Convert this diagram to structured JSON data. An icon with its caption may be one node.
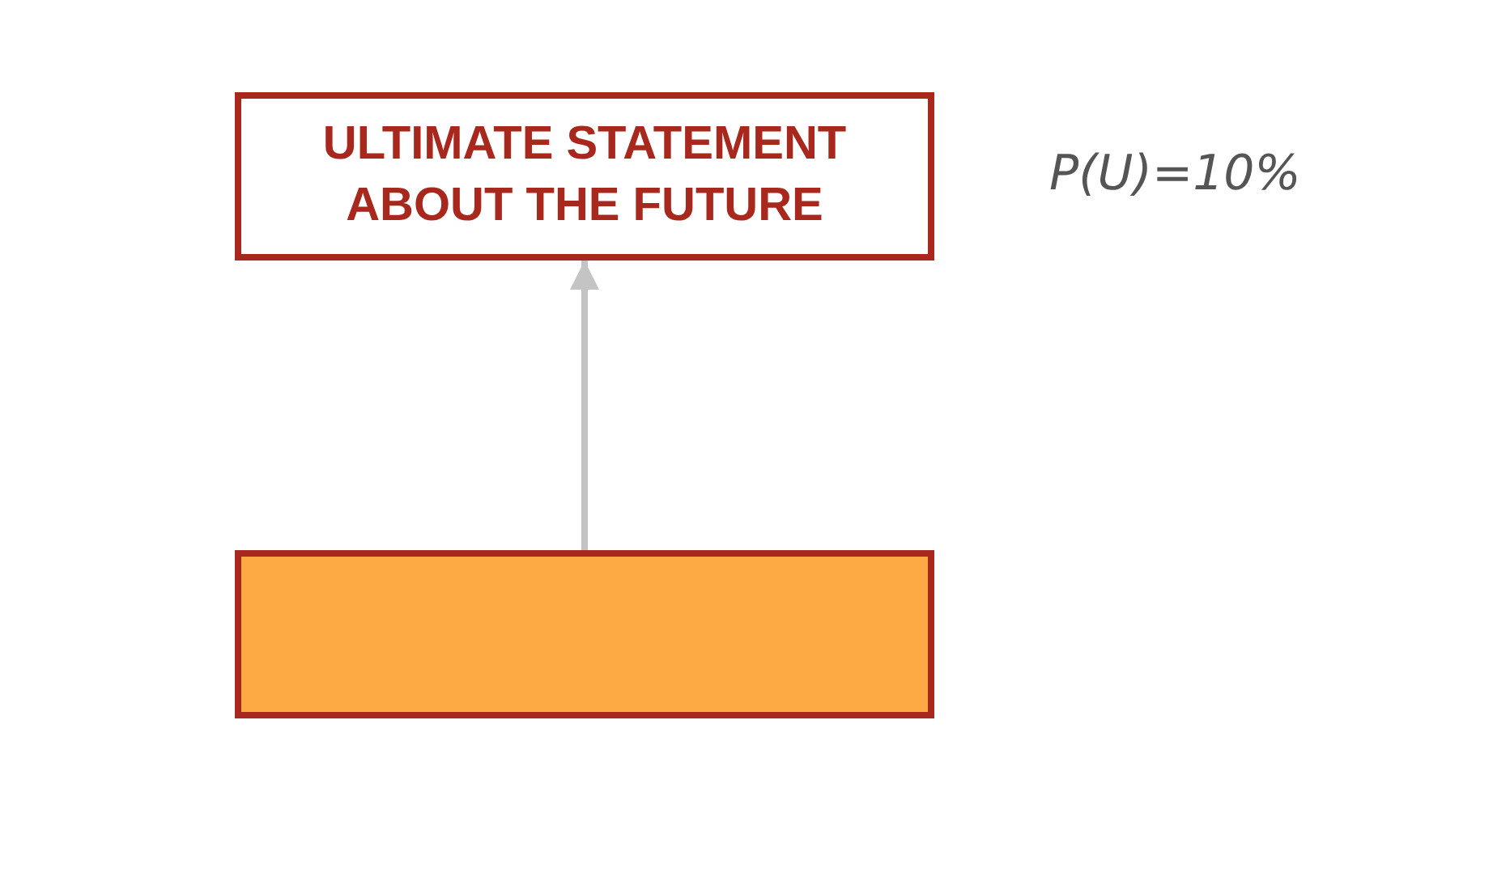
{
  "diagram": {
    "nodes": [
      {
        "text": [
          "ULTIMATE STATEMENT ABOUT THE FUTURE"
        ]
      },
      {
        "text": [],
        "shape": "box"
      }
    ],
    "edges": [
      {
        "from": 1,
        "to": 0,
        "arrow": "to"
      }
    ],
    "labels": [
      "P(U)=10%"
    ]
  }
}
